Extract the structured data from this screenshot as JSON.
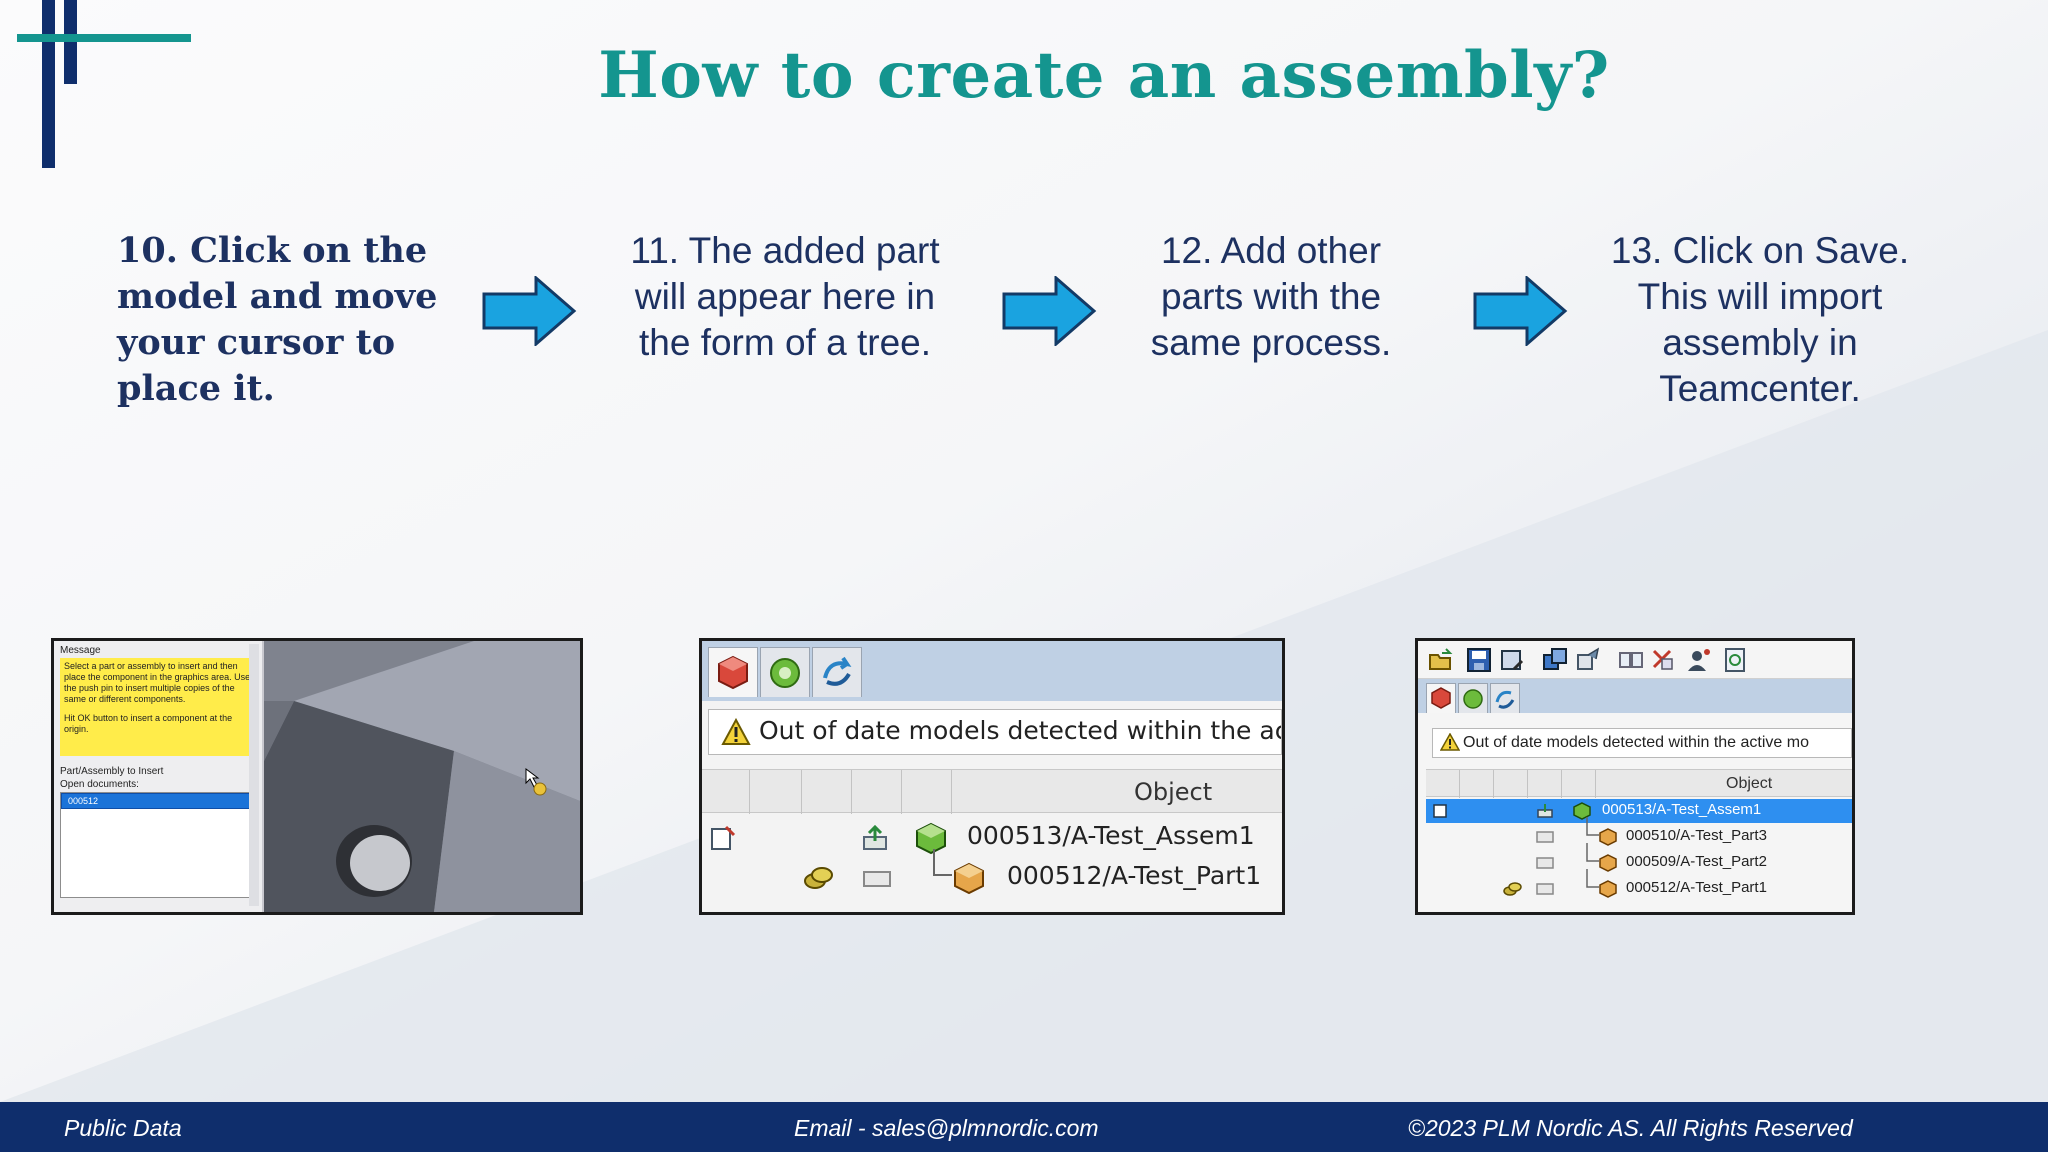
{
  "slide": {
    "title": "How to create an assembly?"
  },
  "steps": [
    {
      "text": "10. Click on the model and move your cursor to place it."
    },
    {
      "text": "11. The added part will appear here in the form of a tree."
    },
    {
      "text": "12. Add other parts with the same process."
    },
    {
      "text": "13. Click on Save. This will import assembly in Teamcenter."
    }
  ],
  "shot1": {
    "message_header": "Message",
    "message_text": "Select a part or assembly to insert and then place the component in the graphics area. Use the push pin to insert multiple copies of the same or different components.",
    "message_hint": "Hit OK button to insert a component at the origin.",
    "section_header": "Part/Assembly to Insert",
    "open_documents_label": "Open documents:",
    "selected_document": "000512"
  },
  "shot2": {
    "warning": "Out of date models detected within the active",
    "column_header": "Object",
    "rows": [
      "000513/A-Test_Assem1",
      "000512/A-Test_Part1"
    ]
  },
  "shot3": {
    "warning": "Out of date models detected within the active mo",
    "column_header": "Object",
    "rows": [
      "000513/A-Test_Assem1",
      "000510/A-Test_Part3",
      "000509/A-Test_Part2",
      "000512/A-Test_Part1"
    ]
  },
  "footer": {
    "left": "Public Data",
    "center": "Email - sales@plmnordic.com",
    "right": "©2023 PLM Nordic AS. All Rights Reserved"
  },
  "colors": {
    "title": "#14958f",
    "step_text": "#1d3161",
    "arrow": "#1aa3e0",
    "footer_bg": "#0f2e6c",
    "selection": "#2e8ff0"
  }
}
